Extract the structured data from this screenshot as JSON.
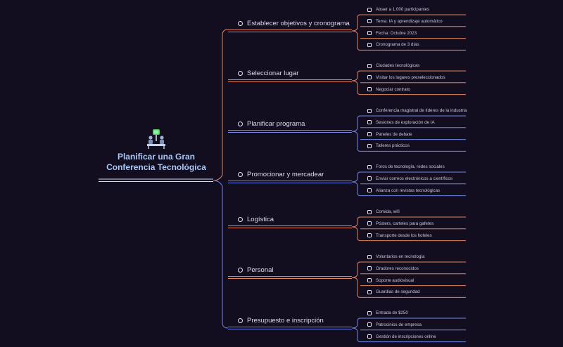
{
  "colors": {
    "background": "#120d1f",
    "orange": "#e8845a",
    "blue": "#6f86e8",
    "root_text": "#a8c8f8"
  },
  "root": {
    "title": "Planificar una Gran Conferencia Tecnológica",
    "icon": "conference-icon"
  },
  "topics": [
    {
      "label": "Establecer objetivos y cronograma",
      "color": "orange",
      "items": [
        "Atraer a 1.000 participantes",
        "Tema: IA y aprendizaje automático",
        "Fecha: Octubre 2023",
        "Cronograma de 3 días"
      ]
    },
    {
      "label": "Seleccionar lugar",
      "color": "orange",
      "items": [
        "Ciudades tecnológicas",
        "Visitar los lugares preseleccionados",
        "Negociar contrato"
      ]
    },
    {
      "label": "Planificar programa",
      "color": "blue",
      "items": [
        "Conferencia magistral de líderes de la industria",
        "Sesiones de exploración de IA",
        "Paneles de debate",
        "Talleres prácticos"
      ]
    },
    {
      "label": "Promocionar y mercadear",
      "color": "blue",
      "items": [
        "Foros de tecnología, redes sociales",
        "Enviar correos electrónicos a científicos",
        "Alianza con revistas tecnológicas"
      ]
    },
    {
      "label": "Logística",
      "color": "orange",
      "items": [
        "Comida, wifi",
        "Pósters, carteles para gafetes",
        "Transporte desde los hoteles"
      ]
    },
    {
      "label": "Personal",
      "color": "orange",
      "items": [
        "Voluntarios en tecnología",
        "Oradores reconocidos",
        "Soporte audiovisual",
        "Guardias de seguridad"
      ]
    },
    {
      "label": "Presupuesto e inscripción",
      "color": "blue",
      "items": [
        "Entrada de $250",
        "Patrocinios de empresa",
        "Gestión de inscripciones online"
      ]
    }
  ]
}
